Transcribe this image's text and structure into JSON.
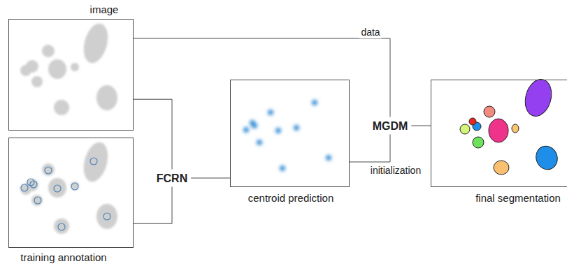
{
  "diagram": {
    "nodes": [
      {
        "text": [
          "image"
        ]
      },
      {
        "text": [
          "training annotation"
        ]
      },
      {
        "text": [
          "FCRN"
        ]
      },
      {
        "text": [
          "centroid prediction"
        ]
      },
      {
        "text": [
          "MGDM"
        ]
      },
      {
        "text": [
          "final segmentation"
        ]
      }
    ],
    "edges": [
      {
        "from": 0,
        "to": 2,
        "arrow": "none"
      },
      {
        "from": 1,
        "to": 2,
        "arrow": "none"
      },
      {
        "from": 2,
        "to": 3,
        "arrow": "none"
      },
      {
        "from": 0,
        "to": 4,
        "label": "data",
        "arrow": "none"
      },
      {
        "from": 3,
        "to": 4,
        "label": "initialization",
        "arrow": "none"
      },
      {
        "from": 4,
        "to": 5,
        "arrow": "none"
      }
    ]
  }
}
